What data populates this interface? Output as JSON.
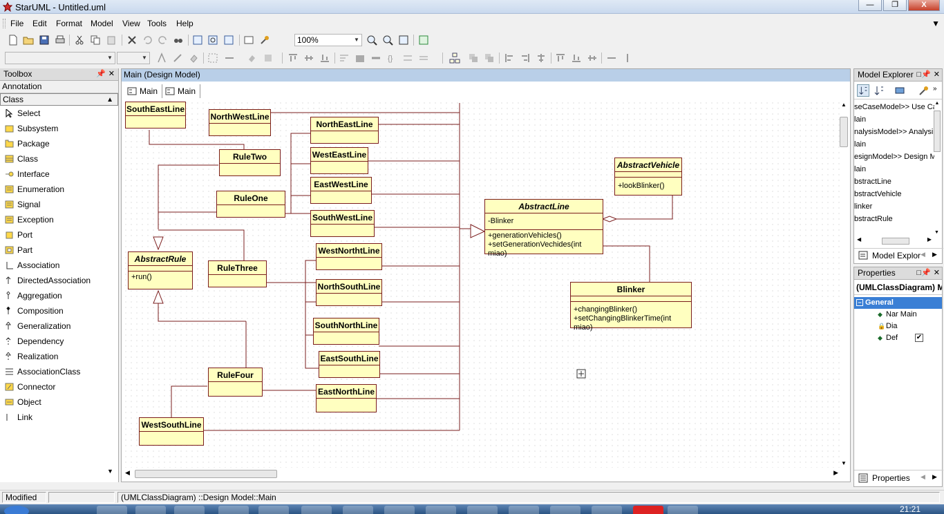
{
  "window": {
    "title": "StarUML - Untitled.uml",
    "min": "—",
    "max": "❐",
    "close": "X"
  },
  "menu": [
    "File",
    "Edit",
    "Format",
    "Model",
    "View",
    "Tools",
    "Help"
  ],
  "menu_mdi": "▼",
  "toolbar": {
    "zoom": "100%"
  },
  "toolbox": {
    "title": "Toolbox",
    "categories": [
      "Annotation",
      "Class"
    ],
    "items": [
      "Select",
      "Subsystem",
      "Package",
      "Class",
      "Interface",
      "Enumeration",
      "Signal",
      "Exception",
      "Port",
      "Part",
      "Association",
      "DirectedAssociation",
      "Aggregation",
      "Composition",
      "Generalization",
      "Dependency",
      "Realization",
      "AssociationClass",
      "Connector",
      "Object",
      "Link"
    ]
  },
  "diagram": {
    "pane_title": "Main (Design Model)",
    "tabs": [
      "Main",
      "Main"
    ],
    "classes": {
      "southeastline": {
        "name": "SouthEastLine"
      },
      "northwestline": {
        "name": "NorthWestLine"
      },
      "northeastline": {
        "name": "NorthEastLine"
      },
      "ruletwo": {
        "name": "RuleTwo"
      },
      "westeastline": {
        "name": "WestEastLine"
      },
      "ruleone": {
        "name": "RuleOne"
      },
      "eastwestline": {
        "name": "EastWestLine"
      },
      "southwestline": {
        "name": "SouthWestLine"
      },
      "westnorthtline": {
        "name": "WestNorthtLine"
      },
      "abstractrule": {
        "name": "AbstractRule",
        "op1": "+run()"
      },
      "rulethree": {
        "name": "RuleThree"
      },
      "northsouthline": {
        "name": "NorthSouthLine"
      },
      "southnorthline": {
        "name": "SouthNorthLine"
      },
      "eastsouthline": {
        "name": "EastSouthLine"
      },
      "rulefour": {
        "name": "RuleFour"
      },
      "eastnorthline": {
        "name": "EastNorthLine"
      },
      "westsouthline": {
        "name": "WestSouthLine"
      },
      "abstractline": {
        "name": "AbstractLine",
        "attr1": "-Blinker",
        "op1": "+generationVehicles()",
        "op2": "+setGenerationVechides(int miao)"
      },
      "abstractvehicle": {
        "name": "AbstractVehicle",
        "op1": "+lookBlinker()"
      },
      "blinker": {
        "name": "Blinker",
        "op1": "+changingBlinker()",
        "op2": "+setChangingBlinkerTime(int miao)"
      }
    }
  },
  "explorer": {
    "title": "Model Explorer",
    "tree": [
      "seCaseModel>> Use Ca",
      "lain",
      "nalysisModel>> Analysi",
      "lain",
      "esignModel>> Design M",
      "lain",
      "bstractLine",
      "bstractVehicle",
      "linker",
      "bstractRule"
    ],
    "tab": "Model Explor"
  },
  "properties": {
    "title": "Properties",
    "header": "(UMLClassDiagram) M",
    "group": "General",
    "rows": [
      "Nar Main",
      "Dia",
      "Def"
    ],
    "tab": "Properties"
  },
  "status": {
    "left": "Modified",
    "path": "(UMLClassDiagram) ::Design Model::Main"
  },
  "clock": "21:21"
}
